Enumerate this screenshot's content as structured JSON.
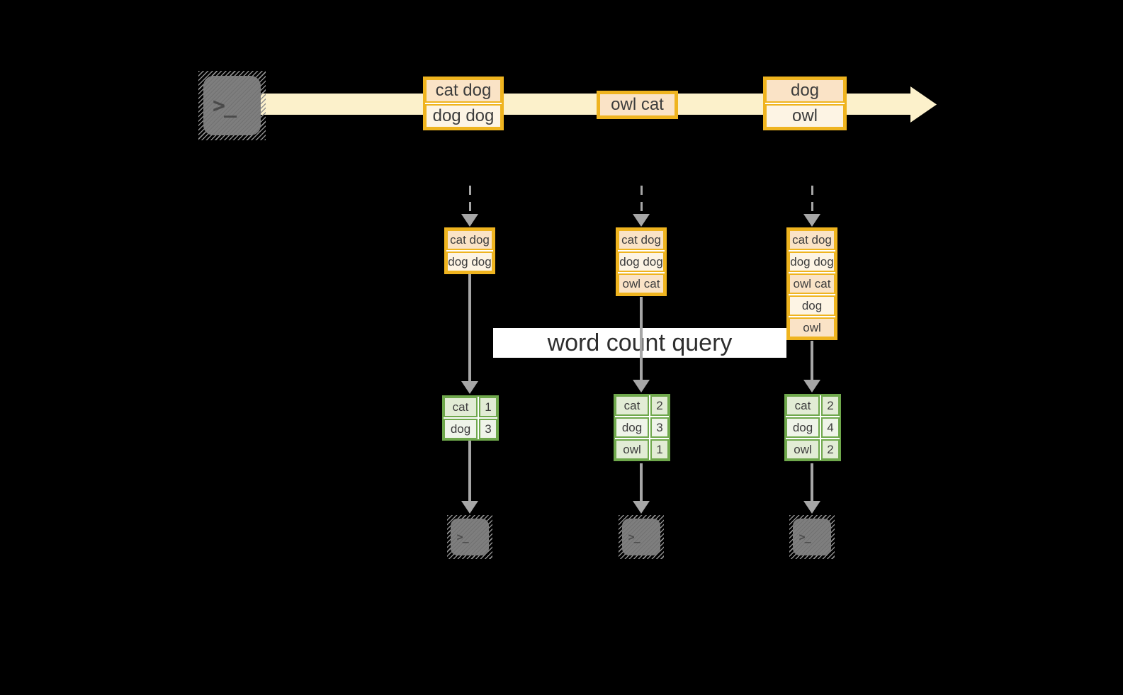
{
  "diagram": {
    "query_label": "word count query",
    "terminal_glyph": ">_"
  },
  "colors": {
    "background": "#000000",
    "stream_band": "#FCF1CB",
    "orange_border": "#EFB41F",
    "cell_peach": "#FAE3C6",
    "cell_cream": "#FDF4E4",
    "green_border": "#6FA84C",
    "green_cell_dark": "#E2ECD5",
    "green_cell_light": "#EFF4E9",
    "arrow_gray": "#A6A6A6",
    "terminal_gray": "#7E7E7E"
  },
  "stream": {
    "events": [
      {
        "lines": [
          "cat dog",
          "dog dog"
        ]
      },
      {
        "lines": [
          "owl cat"
        ]
      },
      {
        "lines": [
          "dog",
          "owl"
        ]
      }
    ]
  },
  "columns": [
    {
      "batch": [
        "cat dog",
        "dog dog"
      ],
      "counts": [
        {
          "word": "cat",
          "count": "1"
        },
        {
          "word": "dog",
          "count": "3"
        }
      ]
    },
    {
      "batch": [
        "cat dog",
        "dog dog",
        "owl cat"
      ],
      "counts": [
        {
          "word": "cat",
          "count": "2"
        },
        {
          "word": "dog",
          "count": "3"
        },
        {
          "word": "owl",
          "count": "1"
        }
      ]
    },
    {
      "batch": [
        "cat dog",
        "dog dog",
        "owl cat",
        "dog",
        "owl"
      ],
      "counts": [
        {
          "word": "cat",
          "count": "2"
        },
        {
          "word": "dog",
          "count": "4"
        },
        {
          "word": "owl",
          "count": "2"
        }
      ]
    }
  ]
}
